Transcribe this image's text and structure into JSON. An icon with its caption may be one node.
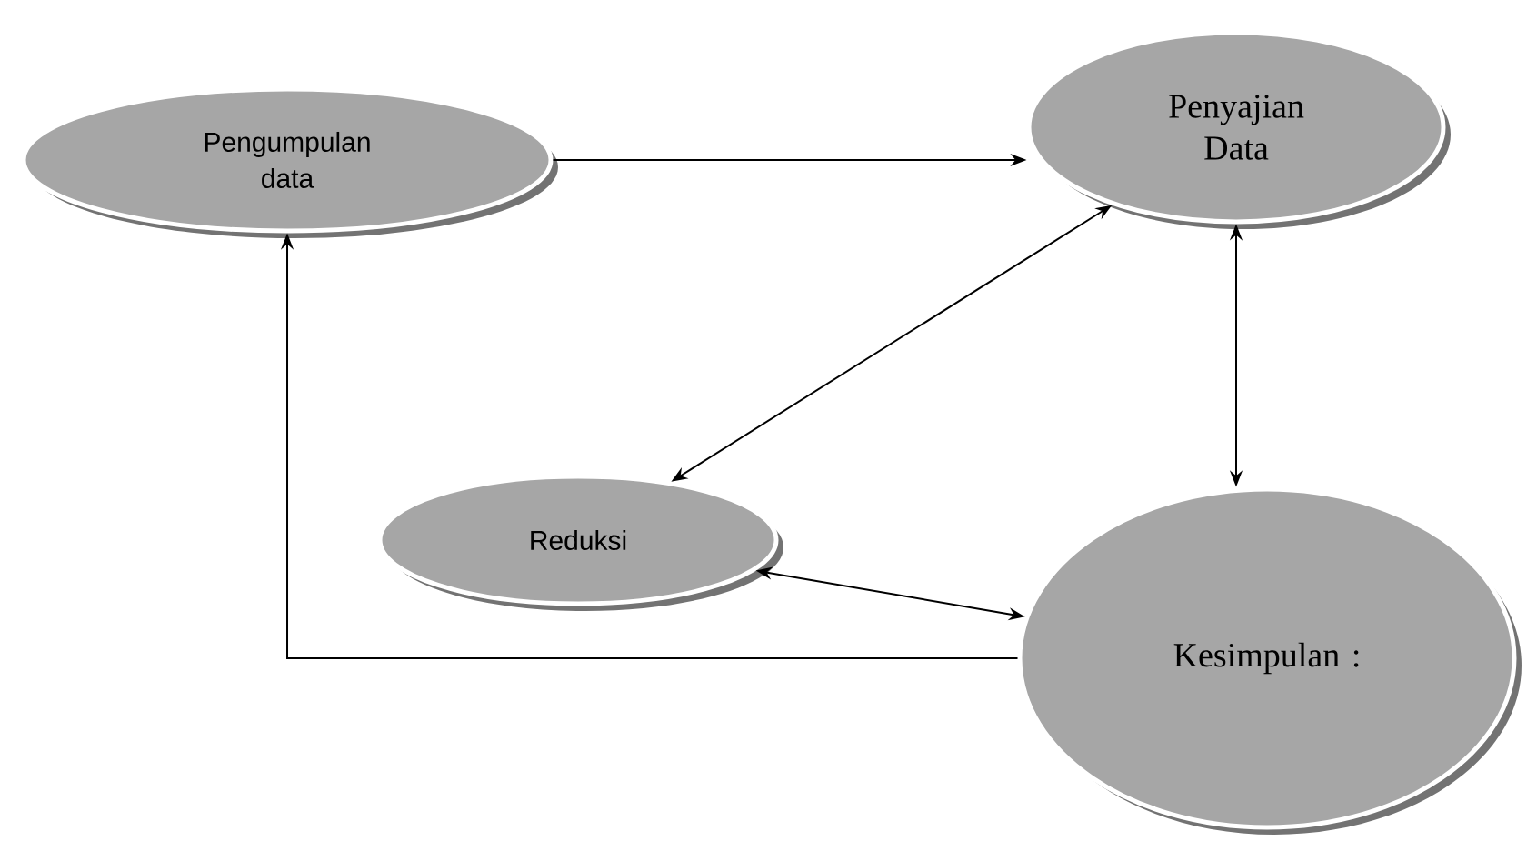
{
  "diagram": {
    "nodes": [
      {
        "text": [
          "Pengumpulan data"
        ]
      },
      {
        "text": [
          "Penyajian Data"
        ]
      },
      {
        "text": [
          "Reduksi"
        ]
      },
      {
        "text": [
          "Kesimpulan :"
        ]
      }
    ],
    "edges": [
      {
        "from": 0,
        "to": 1,
        "arrow": "to"
      },
      {
        "from": 1,
        "to": 2,
        "arrow": "both"
      },
      {
        "from": 1,
        "to": 3,
        "arrow": "both"
      },
      {
        "from": 2,
        "to": 3,
        "arrow": "both"
      },
      {
        "from": 3,
        "to": 0,
        "arrow": "to"
      }
    ]
  }
}
